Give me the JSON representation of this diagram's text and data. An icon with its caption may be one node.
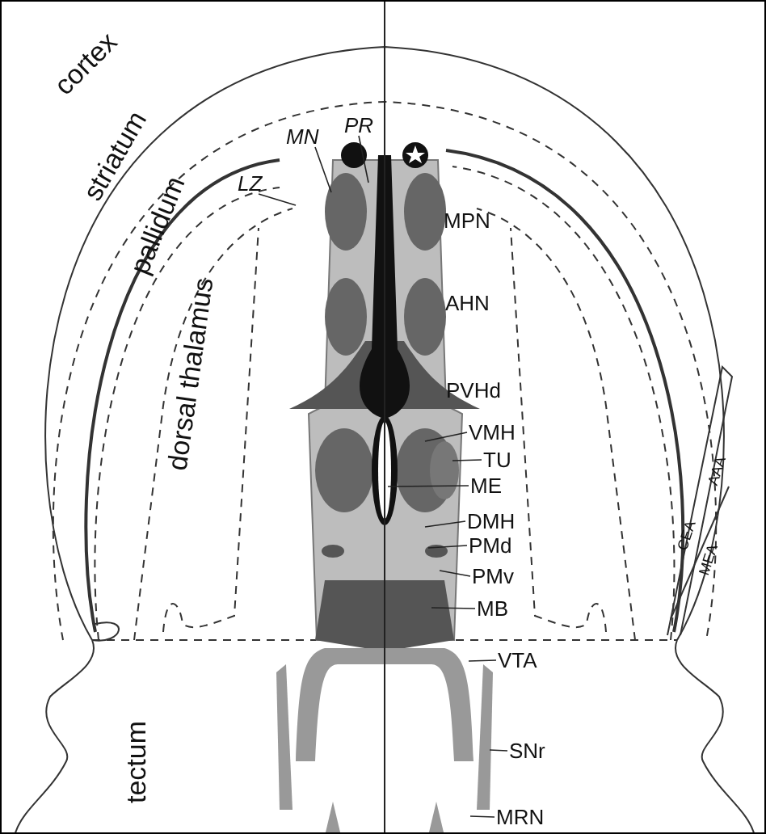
{
  "diagram": {
    "nodes": [
      {
        "text": [
          "LZ"
        ]
      },
      {
        "text": [
          "MN"
        ]
      },
      {
        "text": [
          "PR"
        ]
      },
      {
        "text": [
          "VMH"
        ]
      },
      {
        "text": [
          "TU"
        ]
      },
      {
        "text": [
          "ME"
        ]
      },
      {
        "text": [
          "DMH"
        ]
      },
      {
        "text": [
          "PMd"
        ]
      },
      {
        "text": [
          "PMv"
        ]
      },
      {
        "text": [
          "MB"
        ]
      },
      {
        "text": [
          "VTA"
        ]
      },
      {
        "text": [
          "SNr"
        ]
      },
      {
        "text": [
          "MRN"
        ]
      }
    ],
    "edges": [
      {
        "from": 0,
        "to": null,
        "arrow": "none"
      },
      {
        "from": 1,
        "to": null,
        "arrow": "none"
      },
      {
        "from": 2,
        "to": null,
        "arrow": "none"
      },
      {
        "from": 3,
        "to": null,
        "arrow": "none"
      },
      {
        "from": 4,
        "to": null,
        "arrow": "none"
      },
      {
        "from": 5,
        "to": null,
        "arrow": "none"
      },
      {
        "from": 6,
        "to": null,
        "arrow": "none"
      },
      {
        "from": 7,
        "to": null,
        "arrow": "none"
      },
      {
        "from": 8,
        "to": null,
        "arrow": "none"
      },
      {
        "from": 9,
        "to": null,
        "arrow": "none"
      },
      {
        "from": 10,
        "to": null,
        "arrow": "none"
      },
      {
        "from": 11,
        "to": null,
        "arrow": "none"
      },
      {
        "from": 12,
        "to": null,
        "arrow": "none"
      }
    ],
    "labels": [
      "cortex",
      "striatum",
      "pallidum",
      "dorsal thalamus",
      "MPN",
      "AHN",
      "PVHd",
      "AAA",
      "CEA",
      "MEA",
      "tectum"
    ]
  }
}
